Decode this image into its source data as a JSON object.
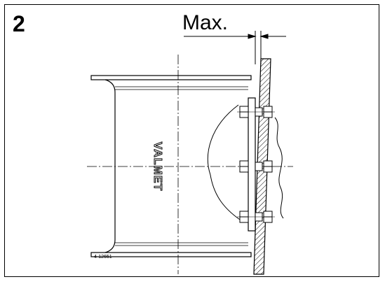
{
  "figure": {
    "number": "2",
    "dimension_label": "Max.",
    "drawing_id": "4-12651",
    "brand_mark": "VALMET"
  }
}
